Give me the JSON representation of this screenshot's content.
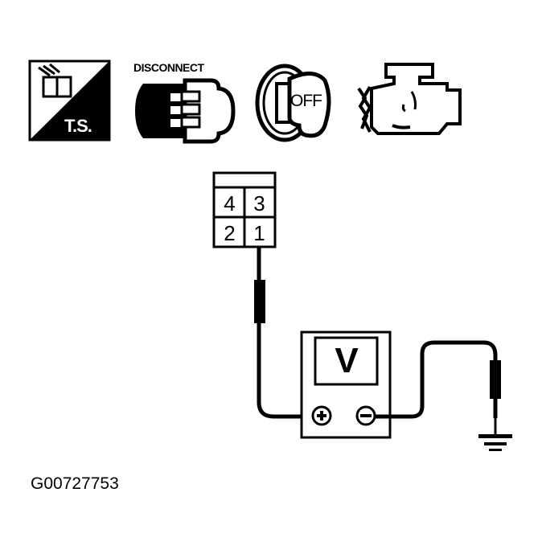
{
  "icons": [
    {
      "name": "troubleshooting-icon",
      "label": "T.S."
    },
    {
      "name": "disconnect-icon",
      "label": "DISCONNECT"
    },
    {
      "name": "ignition-key-off-icon",
      "label": "OFF"
    },
    {
      "name": "engine-icon",
      "label": ""
    }
  ],
  "connector": {
    "pins": [
      "4",
      "3",
      "2",
      "1"
    ],
    "probe_pin": "1"
  },
  "voltmeter": {
    "display": "V",
    "positive_terminal": "+",
    "negative_terminal": "−"
  },
  "ground": {
    "symbol": "ground"
  },
  "figure_id": "G00727753"
}
